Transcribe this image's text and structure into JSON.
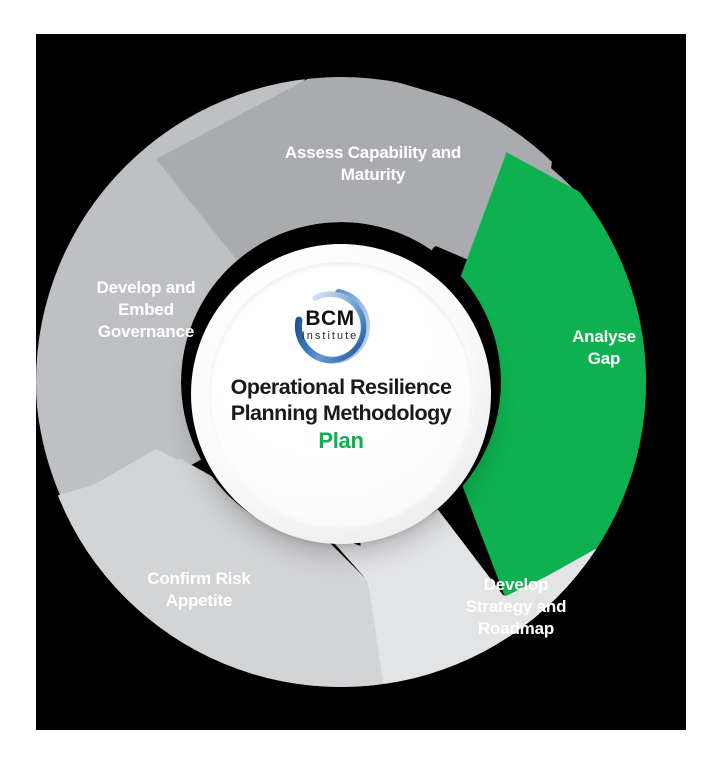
{
  "diagram": {
    "title": "Operational Resilience Planning Methodology",
    "phase": "Plan",
    "logo": {
      "name": "BCM Institute",
      "line1": "BCM",
      "line2": "Institute",
      "arc_color_dark": "#1b5fa8",
      "arc_color_light": "#a9c9e8"
    },
    "colors": {
      "highlight_green": "#0BB14F",
      "segment_1": "#A9ABAF",
      "segment_2": "#0BB14F",
      "segment_3": "#E3E4E6",
      "segment_4": "#D3D4D6",
      "segment_5": "#BEC0C4",
      "hub_background": "#FFFFFF",
      "title_color": "#1A1A1A",
      "label_color": "#FFFFFF",
      "canvas_background": "#000000"
    },
    "segments": [
      {
        "id": "assess-capability-and-maturity",
        "label": "Assess Capability and\nMaturity",
        "fill": "#A9ABAF",
        "highlighted": false,
        "order": 1
      },
      {
        "id": "analyse-gap",
        "label": "Analyse\nGap",
        "fill": "#0BB14F",
        "highlighted": true,
        "order": 2
      },
      {
        "id": "develop-strategy-and-roadmap",
        "label": "Develop\nStrategy and\nRoadmap",
        "fill": "#E3E4E6",
        "highlighted": false,
        "order": 3
      },
      {
        "id": "confirm-risk-appetite",
        "label": "Confirm Risk\nAppetite",
        "fill": "#D3D4D6",
        "highlighted": false,
        "order": 4
      },
      {
        "id": "develop-and-embed-governance",
        "label": "Develop and\nEmbed\nGovernance",
        "fill": "#BEC0C4",
        "highlighted": false,
        "order": 5
      }
    ]
  }
}
